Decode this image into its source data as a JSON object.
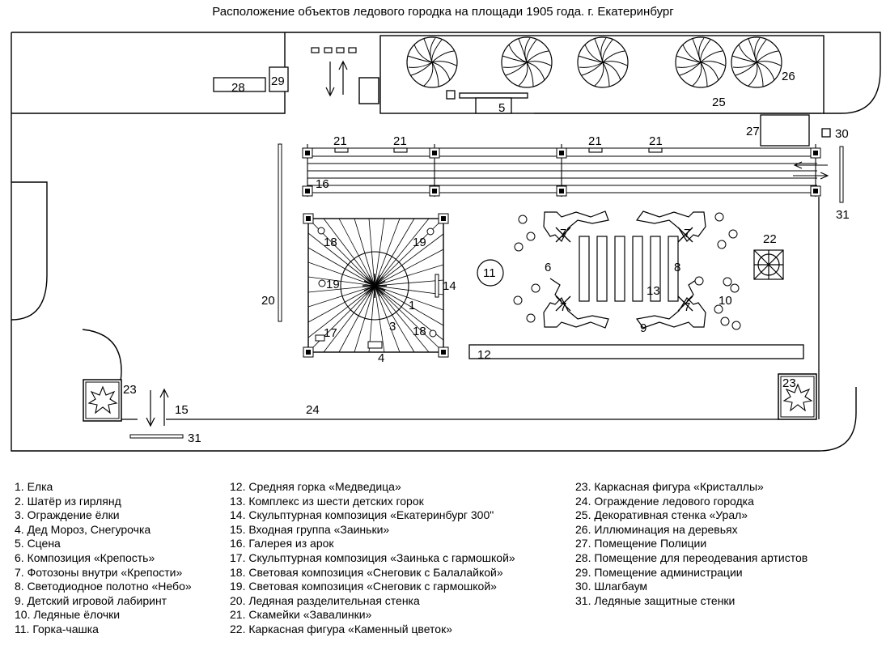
{
  "title": "Расположение объектов ледового городка на площади 1905 года. г. Екатеринбург",
  "legend": [
    [
      "1. Елка",
      "2. Шатёр из гирлянд",
      "3. Ограждение ёлки",
      "4. Дед Мороз, Снегурочка",
      "5. Сцена",
      "6. Композиция «Крепость»",
      "7. Фотозоны внутри «Крепости»",
      "8. Светодиодное полотно «Небо»",
      "9. Детский игровой лабиринт",
      "10. Ледяные ёлочки",
      "11. Горка-чашка"
    ],
    [
      "12. Средняя горка «Медведица»",
      "13. Комплекс из шести детских горок",
      "14. Скульптурная композиция «Екатеринбург 300\"",
      "15. Входная группа «Заиньки»",
      "16. Галерея из арок",
      "17. Скульптурная композиция «Заинька с гармошкой»",
      "18. Световая композиция «Снеговик с Балалайкой»",
      "19. Световая композиция «Снеговик с гармошкой»",
      "20. Ледяная разделительная стенка",
      "21. Скамейки «Завалинки»",
      "22. Каркасная фигура «Каменный цветок»"
    ],
    [
      "23. Каркасная фигура «Кристаллы»",
      "24. Ограждение ледового городка",
      "25. Декоративная стенка «Урал»",
      "26. Иллюминация на деревьях",
      "27. Помещение Полиции",
      "28. Помещение для переодевания артистов",
      "29. Помещение администрации",
      "30. Шлагбаум",
      "31. Ледяные защитные стенки"
    ]
  ],
  "markers": {
    "m28": "28",
    "m29": "29",
    "m5": "5",
    "m25": "25",
    "m26": "26",
    "m27": "27",
    "m30": "30",
    "m31a": "31",
    "m31b": "31",
    "m21a": "21",
    "m21b": "21",
    "m21c": "21",
    "m21d": "21",
    "m16": "16",
    "m20": "20",
    "m18a": "18",
    "m19a": "19",
    "m19b": "19",
    "m14": "14",
    "m1": "1",
    "m3": "3",
    "m17": "17",
    "m18b": "18",
    "m4": "4",
    "m11": "11",
    "m6": "6",
    "m7a": "7",
    "m7b": "7",
    "m7c": "7",
    "m7d": "7",
    "m8": "8",
    "m13": "13",
    "m9": "9",
    "m10": "10",
    "m22": "22",
    "m12": "12",
    "m23a": "23",
    "m23b": "23",
    "m15": "15",
    "m24": "24"
  }
}
